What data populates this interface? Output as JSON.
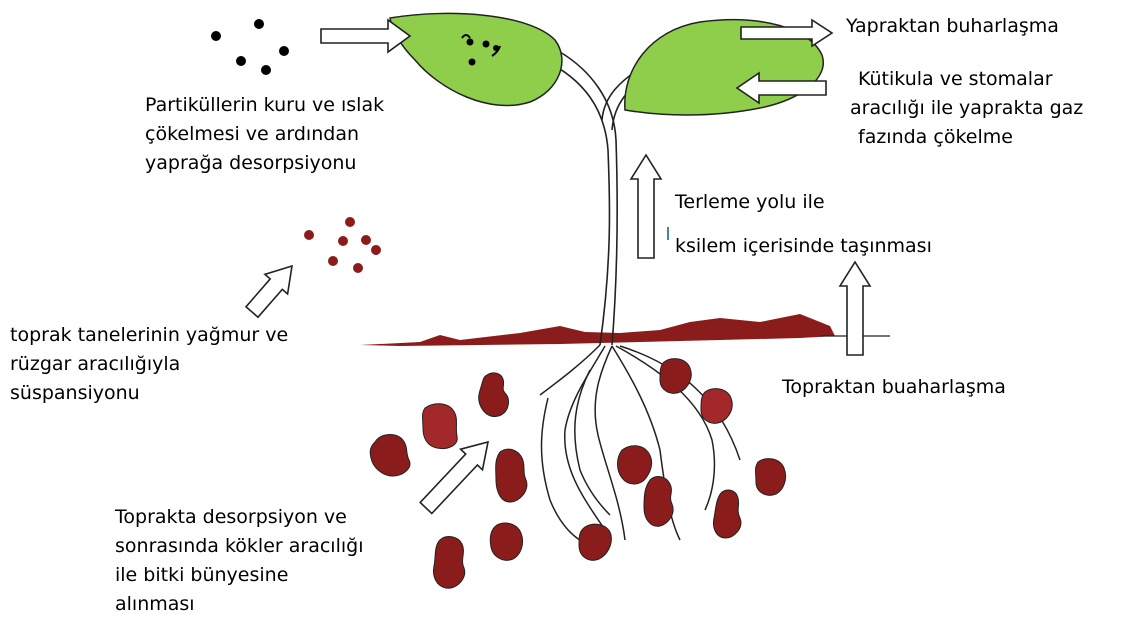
{
  "colors": {
    "leaf": "#8fce4a",
    "soil": "#8b1c1c",
    "soil_light": "#a3282a",
    "stroke": "#222222",
    "arrow_fill": "#ffffff"
  },
  "icons": {
    "arrow": "hollow-block-arrow",
    "leaf": "leaf-shape",
    "particle": "dot"
  },
  "labels": {
    "leaf_evaporation": "Yapraktan buharlaşma",
    "gas_phase_deposition": [
      "Kütikula ve stomalar",
      "aracılığı ile yaprakta gaz",
      "fazında çökelme"
    ],
    "particle_deposition": [
      "Partiküllerin kuru ve ıslak",
      "çökelmesi ve ardından",
      "yaprağa desorpsiyonu"
    ],
    "xylem_transport": [
      "Terleme yolu ile",
      "ksilem içerisinde taşınması"
    ],
    "soil_suspension": [
      "toprak tanelerinin yağmur ve",
      "rüzgar aracılığıyla",
      "süspansiyonu"
    ],
    "soil_evaporation": "Topraktan buaharlaşma",
    "root_uptake": [
      "Toprakta desorpsiyon ve",
      "sonrasında kökler aracılığı",
      "ile bitki bünyesine",
      "alınması"
    ]
  }
}
